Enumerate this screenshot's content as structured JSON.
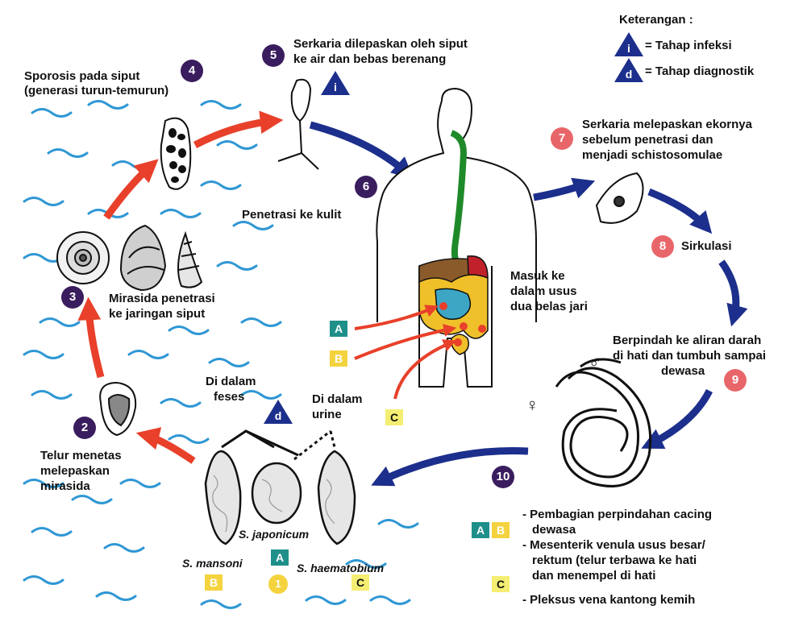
{
  "legend": {
    "title": "Keterangan :",
    "infection_symbol": "i",
    "infection_label": "= Tahap infeksi",
    "diagnostic_symbol": "d",
    "diagnostic_label": "= Tahap diagnostik"
  },
  "stages": {
    "s1": {
      "num": "1"
    },
    "s2": {
      "num": "2",
      "line1": "Telur menetas",
      "line2": "melepaskan",
      "line3": "mirasida"
    },
    "s3": {
      "num": "3",
      "line1": "Mirasida penetrasi",
      "line2": "ke jaringan siput"
    },
    "s4": {
      "num": "4",
      "line1": "Sporosis pada siput",
      "line2": "(generasi turun-temurun)"
    },
    "s5": {
      "num": "5",
      "line1": "Serkaria dilepaskan oleh siput",
      "line2": "ke air dan bebas berenang",
      "symbol": "i"
    },
    "s6": {
      "num": "6",
      "line1": "Penetrasi ke kulit"
    },
    "s7": {
      "num": "7",
      "line1": "Serkaria melepaskan ekornya",
      "line2": "sebelum penetrasi dan",
      "line3": "menjadi schistosomulae"
    },
    "s8": {
      "num": "8",
      "line1": "Sirkulasi"
    },
    "s9": {
      "num": "9",
      "line1": "Berpindah ke aliran darah",
      "line2": "di hati dan tumbuh sampai",
      "line3": "dewasa"
    },
    "s10": {
      "num": "10"
    }
  },
  "intestine": {
    "line1": "Masuk ke",
    "line2": "dalam usus",
    "line3": "dua belas jari"
  },
  "diagnostic": {
    "feces1": "Di dalam",
    "feces2": "feses",
    "urine1": "Di dalam",
    "urine2": "urine",
    "symbol": "d"
  },
  "eggs": {
    "mansoni": "S. mansoni",
    "japonicum": "S. japonicum",
    "haematobium": "S. haematobium"
  },
  "letters": {
    "A": "A",
    "B": "B",
    "C": "C"
  },
  "sex": {
    "male": "♂",
    "female": "♀"
  },
  "notes": {
    "n1a": "- Pembagian perpindahan cacing",
    "n1b": "dewasa",
    "n2a": "- Mesenterik venula usus besar/",
    "n2b": "rektum (telur terbawa ke hati",
    "n2c": "dan menempel di hati",
    "n3": "- Pleksus vena kantong kemih"
  },
  "colors": {
    "red_arrow": "#e8402a",
    "blue_arrow": "#1c2f8c",
    "water": "#2f97d4",
    "purple_badge": "#3a1d5e",
    "pink_badge": "#e8666a",
    "teal": "#1f8f8a",
    "yellow": "#f4d33f"
  }
}
